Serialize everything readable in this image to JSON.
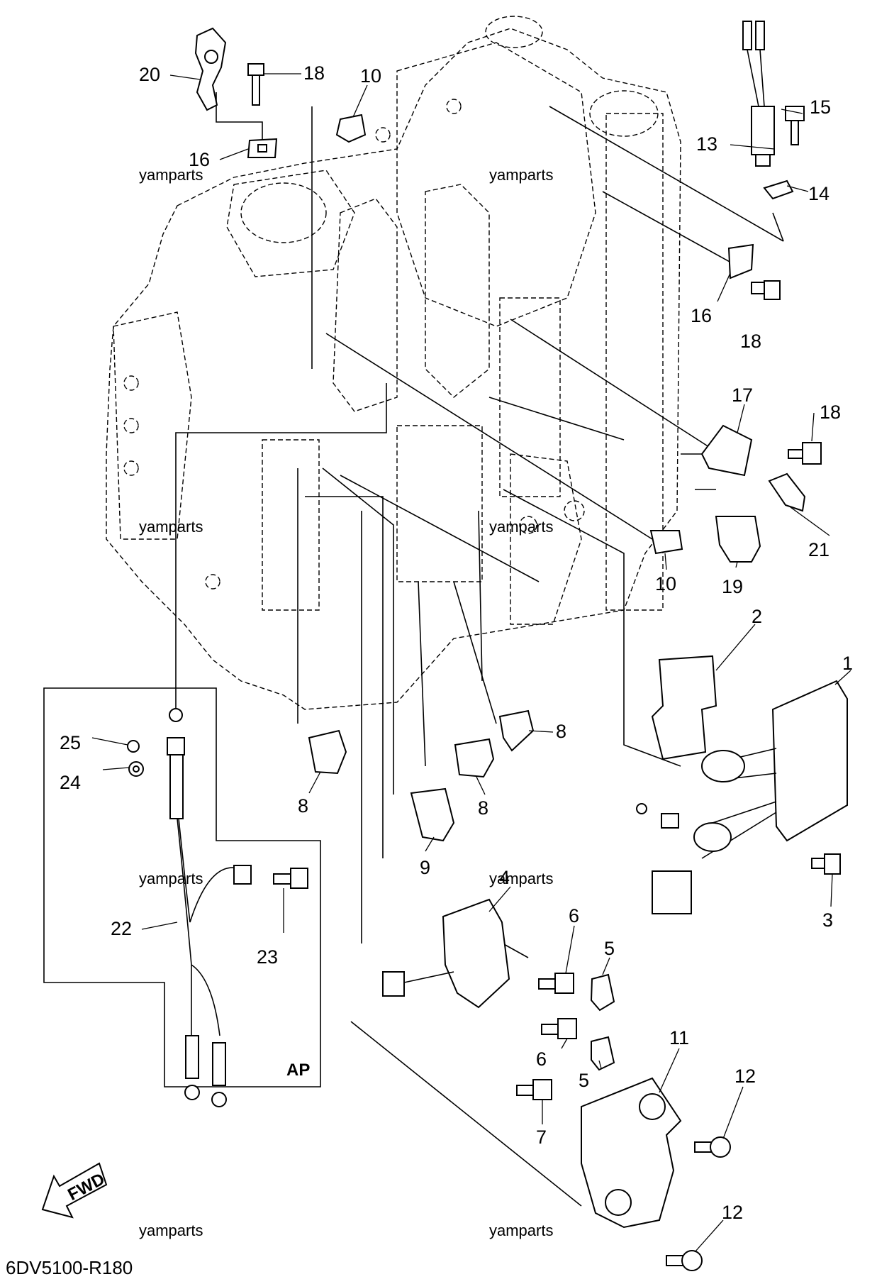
{
  "diagram_code": "6DV5100-R180",
  "area_tag": "AP",
  "direction_label": "FWD",
  "watermark": "yamparts",
  "callouts": [
    "1",
    "2",
    "3",
    "4",
    "5",
    "5",
    "6",
    "6",
    "7",
    "8",
    "8",
    "8",
    "8",
    "9",
    "10",
    "10",
    "11",
    "12",
    "12",
    "13",
    "14",
    "15",
    "16",
    "16",
    "17",
    "18",
    "18",
    "18",
    "19",
    "20",
    "21",
    "22",
    "23",
    "24",
    "25"
  ]
}
